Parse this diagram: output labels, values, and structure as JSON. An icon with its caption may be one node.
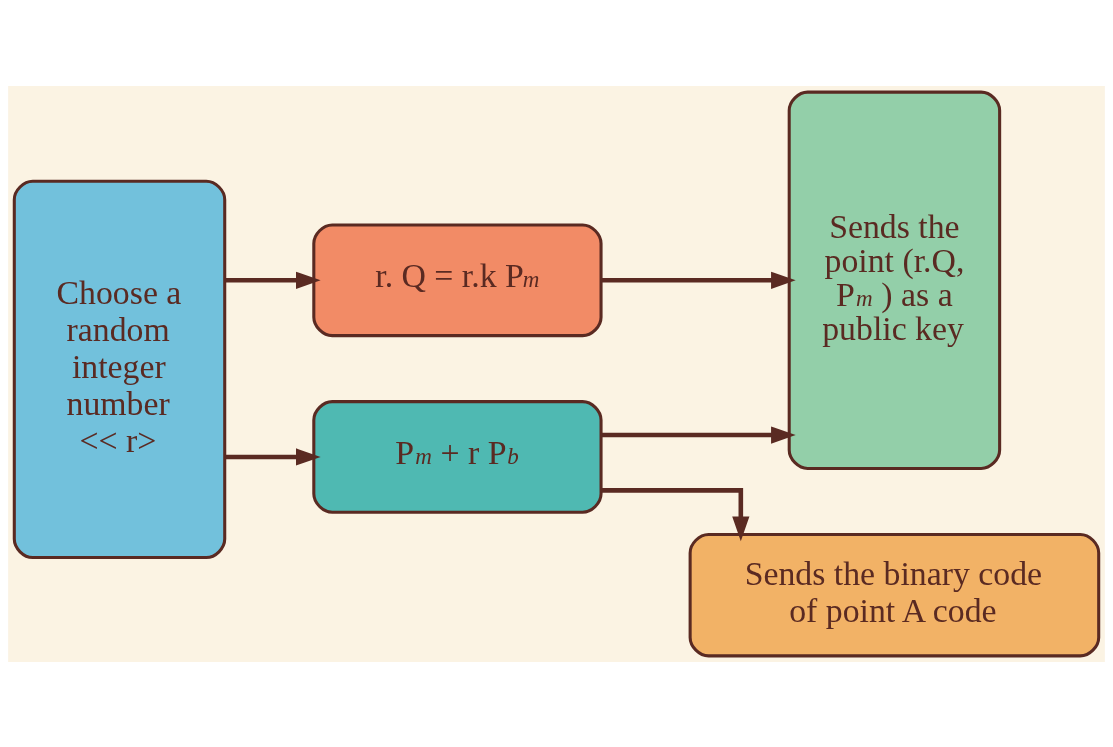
{
  "diagram": {
    "nodes": [
      {
        "text": [
          "Choose a random integer number << r>"
        ]
      },
      {
        "text": [
          "r. Q = r.k P$_{m}$"
        ]
      },
      {
        "text": [
          "P$_{m}$ + r P$_{b}$"
        ]
      },
      {
        "text": [
          "Sends the point (r.Q, P$_{m}$ ) as a public key"
        ]
      },
      {
        "text": [
          "Sends the binary code of point A code"
        ]
      }
    ],
    "edges": [
      {
        "from": 0,
        "to": 1,
        "arrow": "to"
      },
      {
        "from": 0,
        "to": 2,
        "arrow": "to"
      },
      {
        "from": 1,
        "to": 3,
        "arrow": "to"
      },
      {
        "from": 2,
        "to": 3,
        "arrow": "to"
      },
      {
        "from": 2,
        "to": 4,
        "arrow": "to"
      }
    ]
  }
}
